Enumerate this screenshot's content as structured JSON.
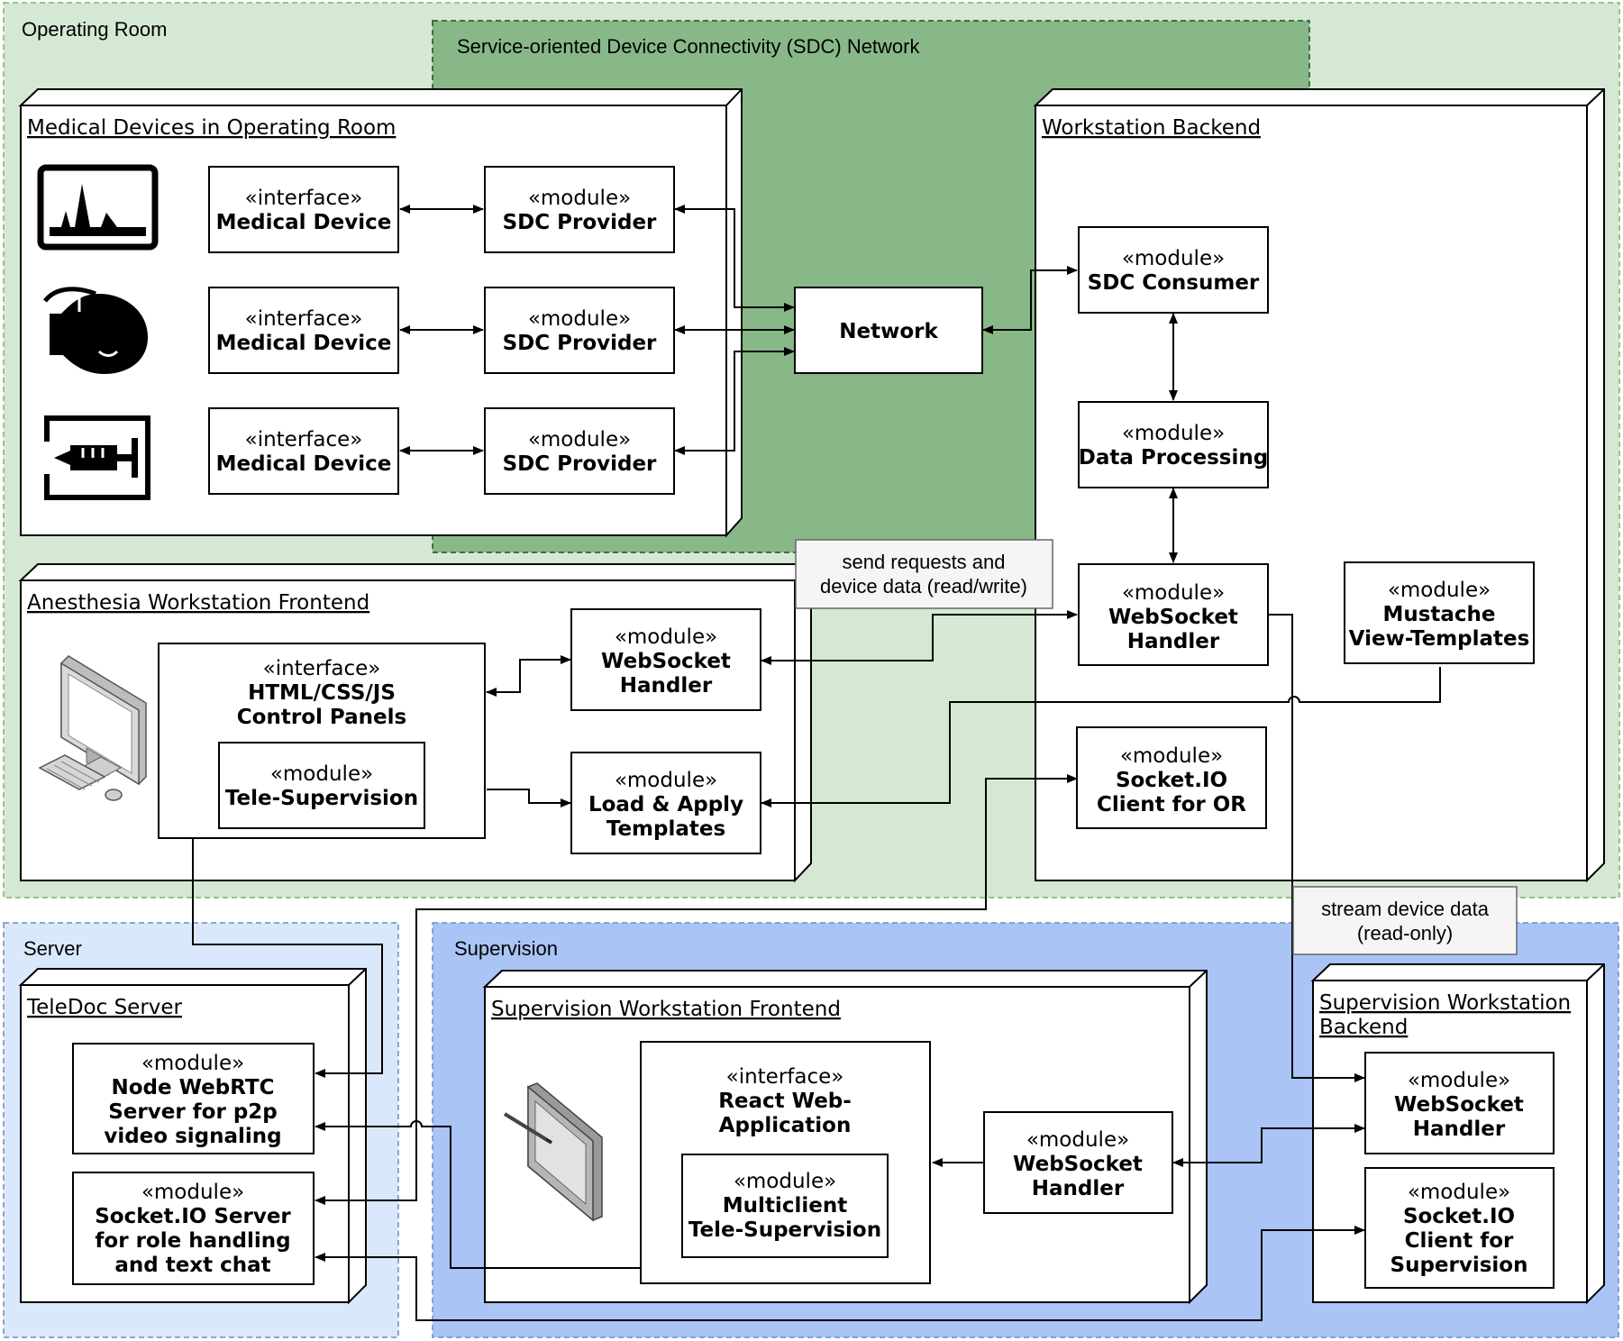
{
  "zones": {
    "operating_room": "Operating Room",
    "sdc_network": "Service-oriented Device Connectivity (SDC) Network",
    "server": "Server",
    "supervision": "Supervision"
  },
  "nodes": {
    "medical_devices": "Medical Devices in Operating Room",
    "workstation_backend": "Workstation Backend",
    "anesthesia_frontend": "Anesthesia Workstation Frontend",
    "teledoc_server": "TeleDoc Server",
    "supervision_frontend": "Supervision Workstation Frontend",
    "supervision_backend_line1": "Supervision Workstation",
    "supervision_backend_line2": "Backend"
  },
  "stereotypes": {
    "interface": "«interface»",
    "module": "«module»"
  },
  "components": {
    "medical_device": "Medical Device",
    "sdc_provider": "SDC Provider",
    "network": "Network",
    "sdc_consumer": "SDC Consumer",
    "data_processing": "Data Processing",
    "websocket_handler": [
      "WebSocket",
      "Handler"
    ],
    "mustache": [
      "Mustache",
      "View-Templates"
    ],
    "socketio_client_or": [
      "Socket.IO",
      "Client for OR"
    ],
    "html_css_js": [
      "HTML/CSS/JS",
      "Control Panels"
    ],
    "tele_supervision": "Tele-Supervision",
    "load_apply": [
      "Load & Apply",
      "Templates"
    ],
    "node_webrtc": [
      "Node WebRTC",
      "Server for p2p",
      "video signaling"
    ],
    "socketio_server": [
      "Socket.IO Server",
      "for role handling",
      "and text chat"
    ],
    "react_app": [
      "React Web-",
      "Application"
    ],
    "multiclient": [
      "Multiclient",
      "Tele-Supervision"
    ],
    "socketio_client_sup": [
      "Socket.IO",
      "Client for",
      "Supervision"
    ]
  },
  "notes": {
    "send_requests": [
      "send requests and",
      "device data (read/write)"
    ],
    "stream_data": [
      "stream device data",
      "(read-only)"
    ]
  },
  "icons": [
    "monitor-icon",
    "ultrasound-icon",
    "syringe-pump-icon",
    "desktop-computer-icon",
    "tablet-icon"
  ],
  "colors": {
    "operating_room_fill": "#d5e8d4",
    "sdc_fill": "#88b888",
    "server_fill": "#dae8fc",
    "supervision_fill": "#a9c4f5",
    "note_fill": "#f5f5f5"
  }
}
